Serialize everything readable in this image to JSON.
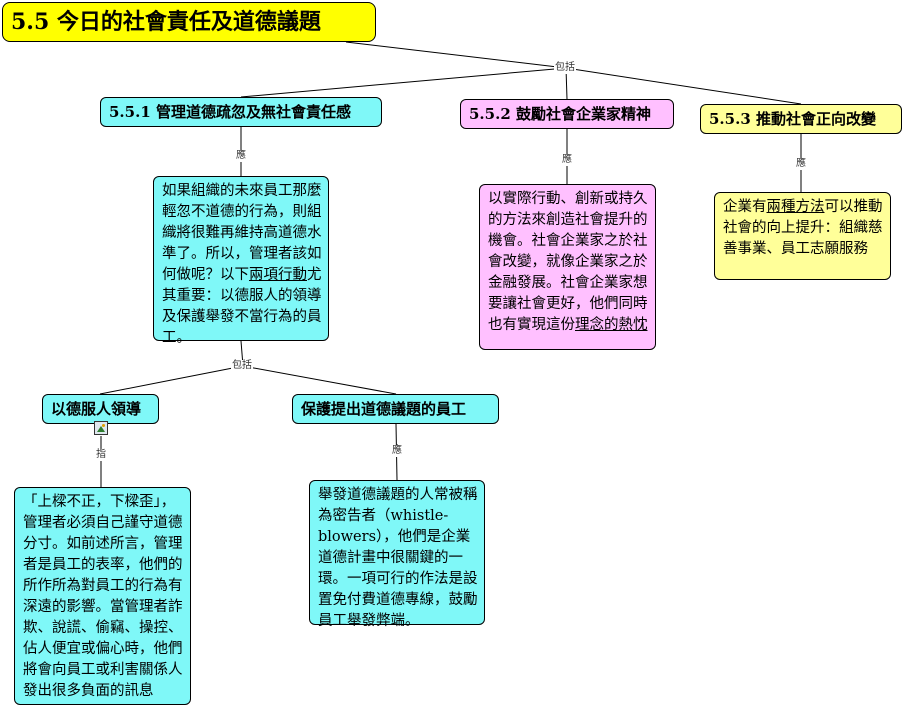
{
  "root": {
    "title": "5.5  今日的社會責任及道德議題"
  },
  "topics": {
    "t1": "5.5.1  管理道德疏忽及無社會責任感",
    "t2": "5.5.2  鼓勵社會企業家精神",
    "t3": "5.5.3  推動社會正向改變",
    "t4": "以德服人領導",
    "t5": "保護提出道德議題的員工"
  },
  "notes": {
    "n1": {
      "a": "如果組織的未來員工那麼輕忽不道德的行為，則組織將很難再維持高道德水準了。所以，管理者該如何做呢？以下",
      "u": "兩項行動",
      "b": "尤其重要：以德服人的領導及保護舉發不當行為的員工。"
    },
    "n2": {
      "a": "以實際行動、創新或持久的方法來創造社會提升的機會。社會企業家之於社會改變，就像企業家之於金融發展。社會企業家想要讓社會更好，他們同時也有實現這份",
      "u": "理念的熱忱"
    },
    "n3": {
      "a": "企業有",
      "u": "兩種方法",
      "b": "可以推動社會的向上提升：組織慈善事業、員工志願服務"
    },
    "n4": "「上樑不正，下樑歪」，管理者必須自己謹守道德分寸。如前述所言，管理者是員工的表率，他們的所作所為對員工的行為有深遠的影響。當管理者詐欺、說謊、偷竊、操控、佔人便宜或偏心時，他們將會向員工或利害關係人發出很多負面的訊息",
    "n5": "舉發道德議題的人常被稱為密告者（whistle-blowers），他們是企業道德計畫中很關鍵的一環。一項可行的作法是設置免付費道德專線，鼓勵員工舉發弊端。"
  },
  "labels": {
    "root_includes": "包括",
    "t1_should": "應",
    "t2_should": "應",
    "t3_should": "應",
    "n1_includes": "包括",
    "t4_refers": "指",
    "t5_should": "應"
  }
}
